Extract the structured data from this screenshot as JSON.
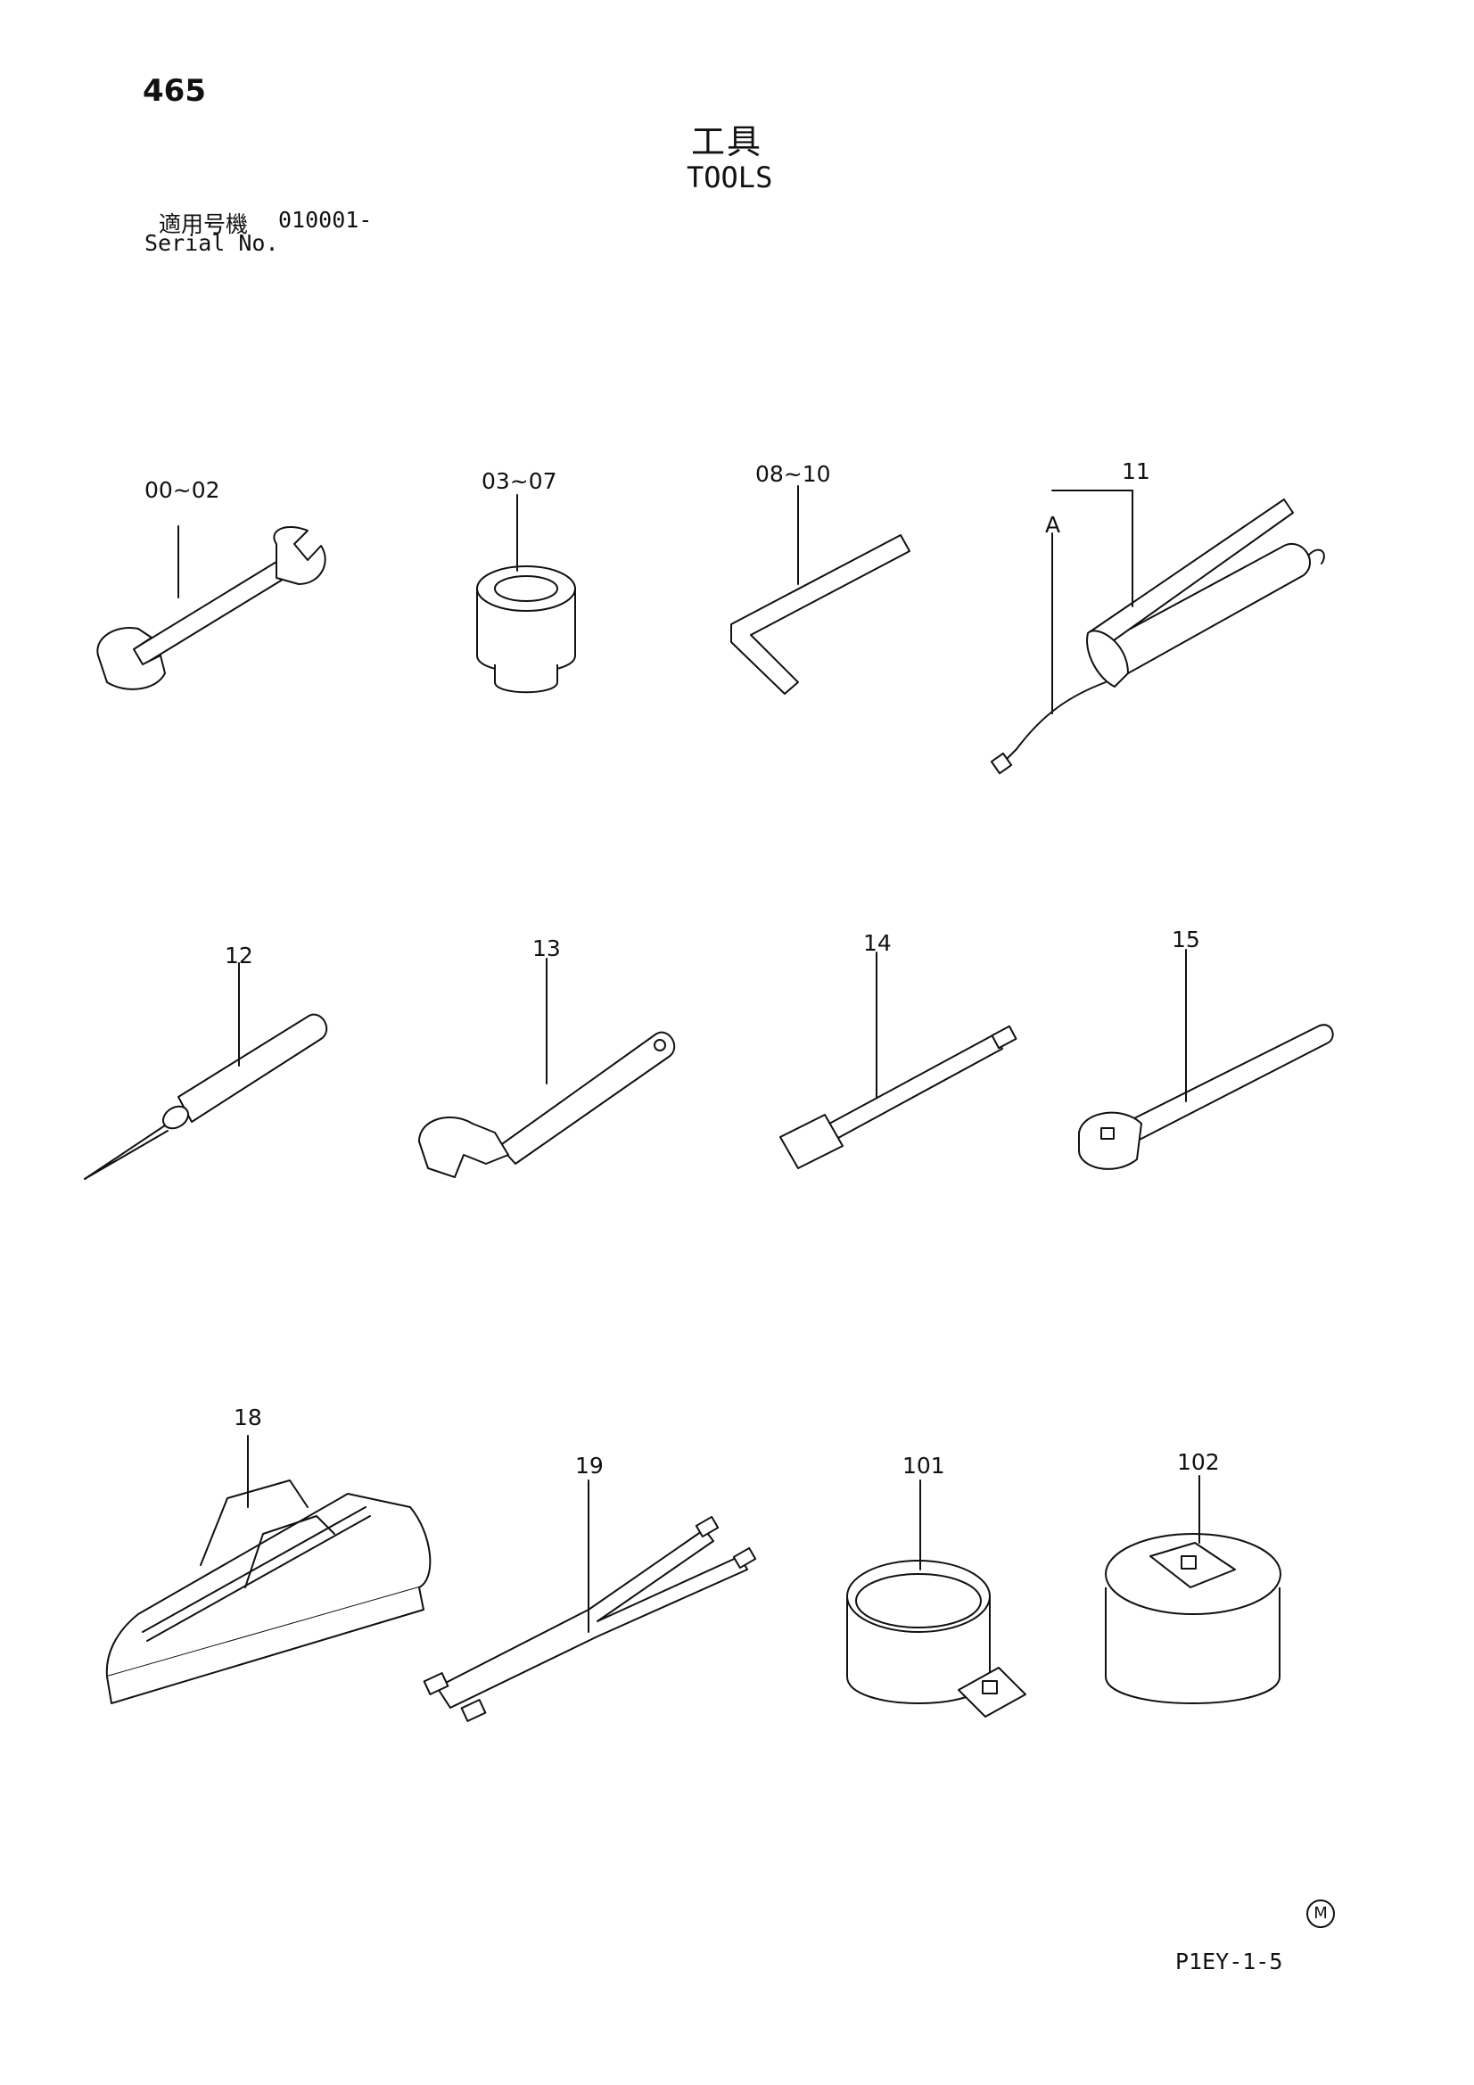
{
  "page_number": "465",
  "title_jp": "工具",
  "title_en": "TOOLS",
  "serial": {
    "label_jp": "適用号機",
    "value": "010001-",
    "label_en": "Serial No."
  },
  "callouts": {
    "c00_02": "00~02",
    "c03_07": "03~07",
    "c08_10": "08~10",
    "c11": "11",
    "cA": "A",
    "c12": "12",
    "c13": "13",
    "c14": "14",
    "c15": "15",
    "c18": "18",
    "c19": "19",
    "c101": "101",
    "c102": "102"
  },
  "drawing_code": "P1EY-1-5",
  "mark": "M"
}
